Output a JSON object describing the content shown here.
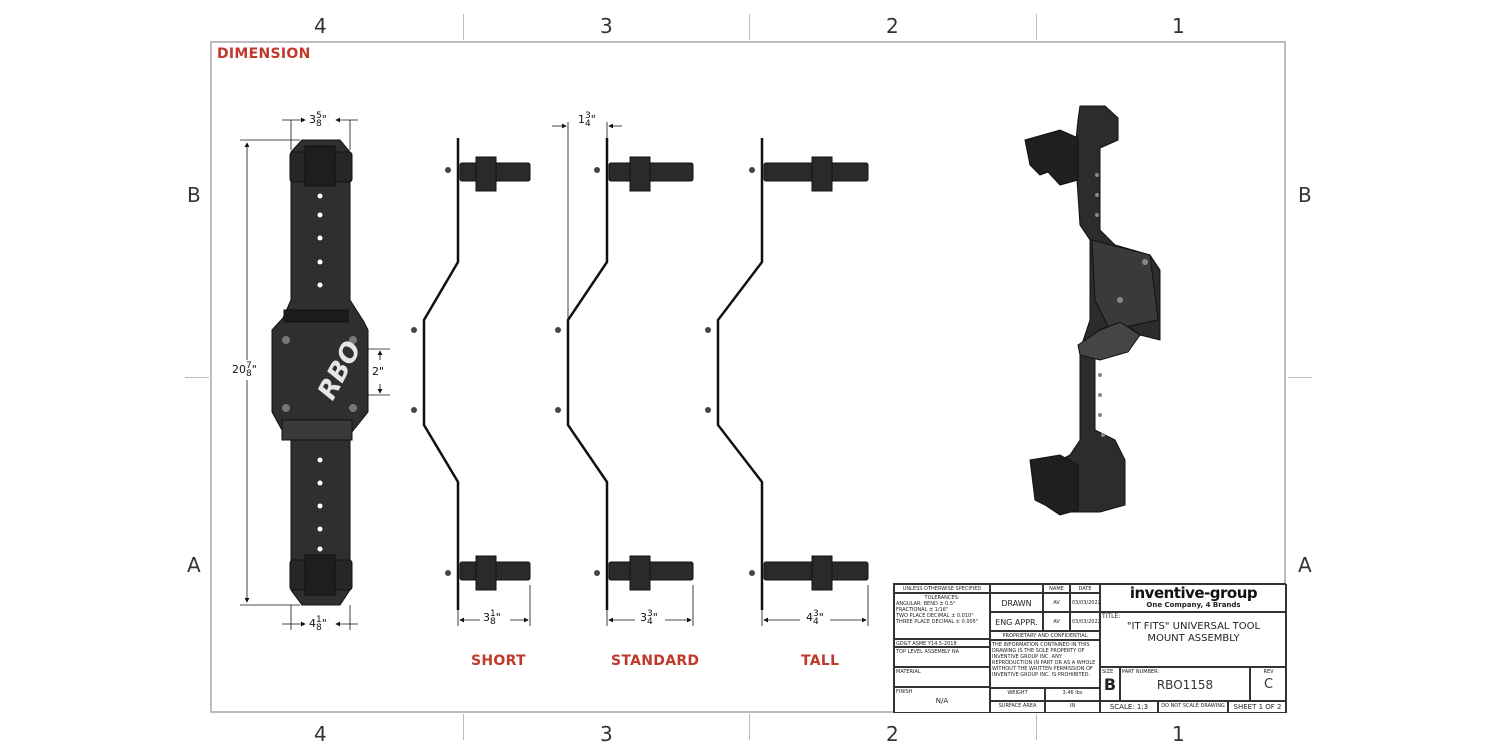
{
  "sheet": {
    "zones_top": [
      "4",
      "3",
      "2",
      "1"
    ],
    "zones_bottom": [
      "4",
      "3",
      "2",
      "1"
    ],
    "rows": [
      "B",
      "A"
    ],
    "section_label": "DIMENSION"
  },
  "dimensions": {
    "front_top_width": "3 5/8\"",
    "front_height": "20 7/8\"",
    "front_bottom_width": "4 1/8\"",
    "front_center_gap": "2\"",
    "offset_top": "1 3/4\"",
    "short_depth": "3 1/8\"",
    "standard_depth": "3 3/4\"",
    "tall_depth": "4 3/4\""
  },
  "dim_text": {
    "top_whole": "3",
    "top_num": "5",
    "top_den": "8",
    "h_whole": "20",
    "h_num": "7",
    "h_den": "8",
    "b_whole": "4",
    "b_num": "1",
    "b_den": "8",
    "gap": "2\"",
    "off_whole": "1",
    "off_num": "3",
    "off_den": "4",
    "s_whole": "3",
    "s_num": "1",
    "s_den": "8",
    "st_whole": "3",
    "st_num": "3",
    "st_den": "4",
    "t_whole": "4",
    "t_num": "3",
    "t_den": "4",
    "inch": "\""
  },
  "views": {
    "short": "SHORT",
    "standard": "STANDARD",
    "tall": "TALL"
  },
  "logo_text": "RBO",
  "title_block": {
    "unless_specified": "UNLESS OTHERWISE SPECIFIED",
    "tolerances": "TOLERANCES:",
    "tolerance_lines": [
      "ANGULAR: BEND ± 0.5°",
      "FRACTIONAL ± 1/16\"",
      "TWO PLACE DECIMAL ± 0.010\"",
      "THREE PLACE DECIMAL ± 0.005\""
    ],
    "standard": "GD&T ASME Y14.5-2018",
    "interpret": "TOP LEVEL ASSEMBLY NA",
    "material": "MATERIAL",
    "finish": "FINISH",
    "finish_value": "N/A",
    "col_name": "NAME",
    "col_date": "DATE",
    "drawn": "DRAWN",
    "drawn_name": "AV",
    "drawn_date": "03/03/2022",
    "eng_appr": "ENG APPR.",
    "eng_name": "AV",
    "eng_date": "03/03/2022",
    "proprietary": "PROPRIETARY AND CONFIDENTIAL",
    "proprietary_text": "THE INFORMATION CONTAINED IN THIS DRAWING IS THE SOLE PROPERTY OF INVENTIVE GROUP INC. ANY REPRODUCTION IN PART OR AS A WHOLE WITHOUT THE WRITTEN PERMISSION OF INVENTIVE GROUP INC. IS PROHIBITED.",
    "weight_label": "WEIGHT",
    "weight_value": "3.46 lbs",
    "units": "IN",
    "surface_area": "SURFACE AREA",
    "company": "inventive-group",
    "tagline": "One Company, 4 Brands",
    "title_label": "TITLE:",
    "title": "\"IT FITS\" UNIVERSAL TOOL MOUNT ASSEMBLY",
    "size_label": "SIZE",
    "size": "B",
    "part_label": "PART NUMBER:",
    "part_number": "RBO1158",
    "rev_label": "REV",
    "rev": "C",
    "scale": "SCALE: 1:3",
    "scale_note": "DO NOT SCALE DRAWING",
    "sheet": "SHEET 1 OF 2"
  }
}
